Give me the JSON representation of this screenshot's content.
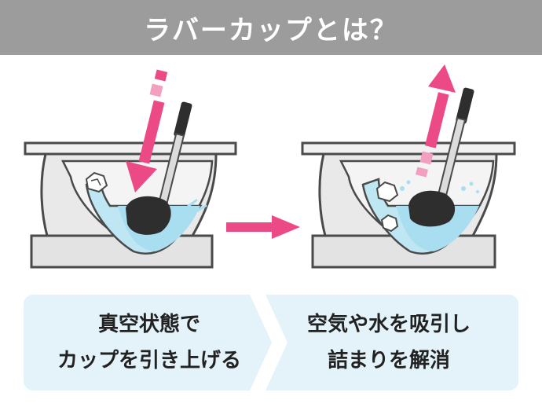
{
  "title": "ラバーカップとは？",
  "steps": [
    {
      "line1": "真空状態で",
      "line2": "カップを引き上げる"
    },
    {
      "line1": "空気や水を吸引し",
      "line2": "詰まりを解消"
    }
  ],
  "colors": {
    "title_bar": "#9c9c9c",
    "panel_bg": "#e4f3fa",
    "arrow_pink": "#ec4a86",
    "water_blue": "#a9def0",
    "plunger_black": "#2e2e2e",
    "toilet_gray": "#e3e3e3",
    "outline": "#4a4a4a"
  },
  "icons": [
    "down-arrow-icon",
    "right-arrow-icon",
    "up-arrow-icon",
    "plunger-icon",
    "toilet-icon"
  ]
}
